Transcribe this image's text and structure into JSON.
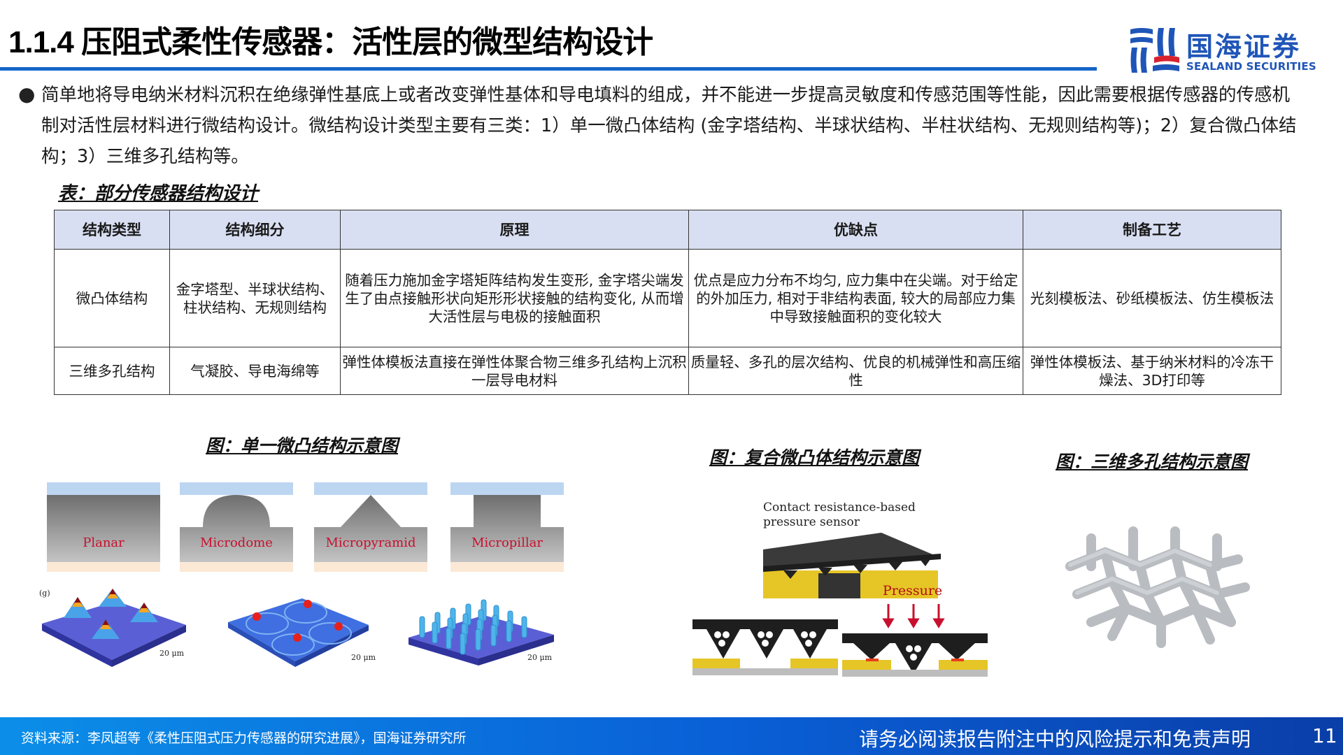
{
  "header": {
    "title": "1.1.4 压阻式柔性传感器：活性层的微型结构设计",
    "logo": {
      "cn": "国海证券",
      "en": "SEALAND SECURITIES",
      "icon": "sealand-logo-icon",
      "colors": {
        "blue": "#1f55b8",
        "red": "#d7232e"
      }
    },
    "rule_color": "#1565c8"
  },
  "body": {
    "bullet": "●",
    "paragraph": "简单地将导电纳米材料沉积在绝缘弹性基底上或者改变弹性基体和导电填料的组成，并不能进一步提高灵敏度和传感范围等性能，因此需要根据传感器的传感机制对活性层材料进行微结构设计。微结构设计类型主要有三类：1）单一微凸体结构 (金字塔结构、半球状结构、半柱状结构、无规则结构等)；2）复合微凸体结构；3）三维多孔结构等。"
  },
  "table": {
    "caption": "表：部分传感器结构设计",
    "header_bg": "#d9dff2",
    "columns": [
      "结构类型",
      "结构细分",
      "原理",
      "优缺点",
      "制备工艺"
    ],
    "rows": [
      [
        "微凸体结构",
        "金字塔型、半球状结构、柱状结构、无规则结构",
        "随着压力施加金字塔矩阵结构发生变形, 金字塔尖端发生了由点接触形状向矩形形状接触的结构变化, 从而增大活性层与电极的接触面积",
        "优点是应力分布不均匀, 应力集中在尖端。对于给定的外加压力, 相对于非结构表面, 较大的局部应力集中导致接触面积的变化较大",
        "光刻模板法、砂纸模板法、仿生模板法"
      ],
      [
        "三维多孔结构",
        "气凝胶、导电海绵等",
        "弹性体模板法直接在弹性体聚合物三维多孔结构上沉积一层导电材料",
        "质量轻、多孔的层次结构、优良的机械弹性和高压缩性",
        "弹性体模板法、基于纳米材料的冷冻干燥法、3D打印等"
      ]
    ]
  },
  "figures": {
    "single": {
      "caption": "图：单一微凸结构示意图",
      "labels": [
        "Planar",
        "Microdome",
        "Micropyramid",
        "Micropillar"
      ],
      "panel_tag": "(g)",
      "scale_bar": "20 μm"
    },
    "composite": {
      "caption": "图：复合微凸体结构示意图",
      "title_line1": "Contact resistance-based",
      "title_line2": "pressure sensor",
      "pressure_label": "Pressure"
    },
    "porous": {
      "caption": "图：三维多孔结构示意图"
    }
  },
  "footer": {
    "source": "资料来源：李凤超等《柔性压阻式压力传感器的研究进展》，国海证券研究所",
    "disclaimer": "请务必阅读报告附注中的风险提示和免责声明",
    "page": "11",
    "gradient": [
      "#0b8ee8",
      "#0a3ea8"
    ]
  }
}
